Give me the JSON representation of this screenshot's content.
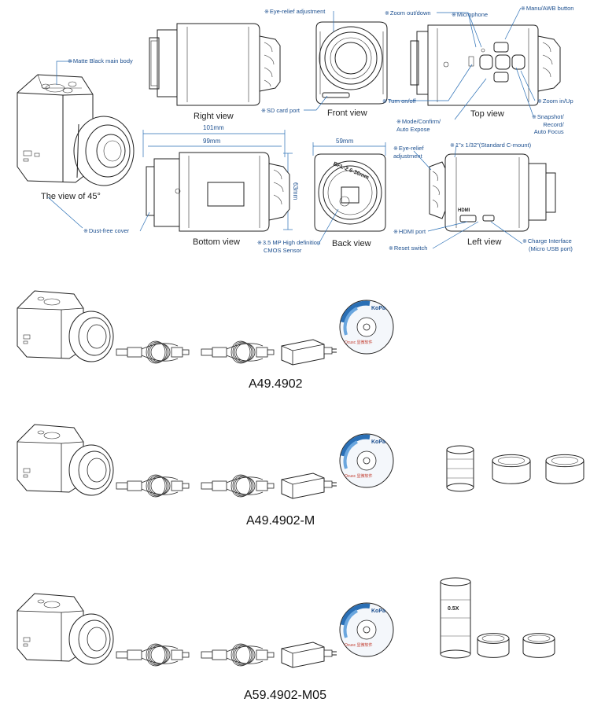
{
  "views": {
    "view45": "The view of 45°",
    "right": "Right view",
    "front": "Front view",
    "top": "Top view",
    "bottom": "Bottom view",
    "back": "Back view",
    "left": "Left view"
  },
  "callouts": {
    "matte_body": "Matte Black main body",
    "dust_cover": "Dust-free cover",
    "eye_relief_top": "Eye-relief adjustment",
    "sd_card": "SD card port",
    "zoom_out": "Zoom out/down",
    "microphone": "Microphone",
    "manu_awb": "Manu/AWB button",
    "turn_on": "Turn on/off",
    "zoom_in": "Zoom in/Up",
    "mode_line1": "Mode/Confirm/",
    "mode_line2": "Auto Expose",
    "snapshot_line1": "Snapshot/",
    "snapshot_line2": "Record/",
    "snapshot_line3": "Auto Focus",
    "eye_relief_left_1": "Eye-relief",
    "eye_relief_left_2": "adjustment",
    "cmount": "1\"x 1/32\"(Standard C-mount)",
    "cmos_line1": "3.5 MP High definition",
    "cmos_line2": "CMOS Sensor",
    "hdmi": "HDMI port",
    "reset": "Reset switch",
    "charge_line1": "Charge Interface",
    "charge_line2": "(Micro USB port)"
  },
  "dimensions": {
    "d101": "101mm",
    "d99": "99mm",
    "d63": "63mm",
    "d59": "59mm"
  },
  "product_marks": {
    "lens_text": "BFL-2.6-36mm",
    "disc_brand": "KoPa",
    "disc_text": "Ocusc 显微软件",
    "reducer_text": "0.5X",
    "hdmi_text": "HDMI"
  },
  "kits": [
    {
      "model": "A49.4902"
    },
    {
      "model": "A49.4902-M"
    },
    {
      "model": "A59.4902-M05"
    }
  ]
}
